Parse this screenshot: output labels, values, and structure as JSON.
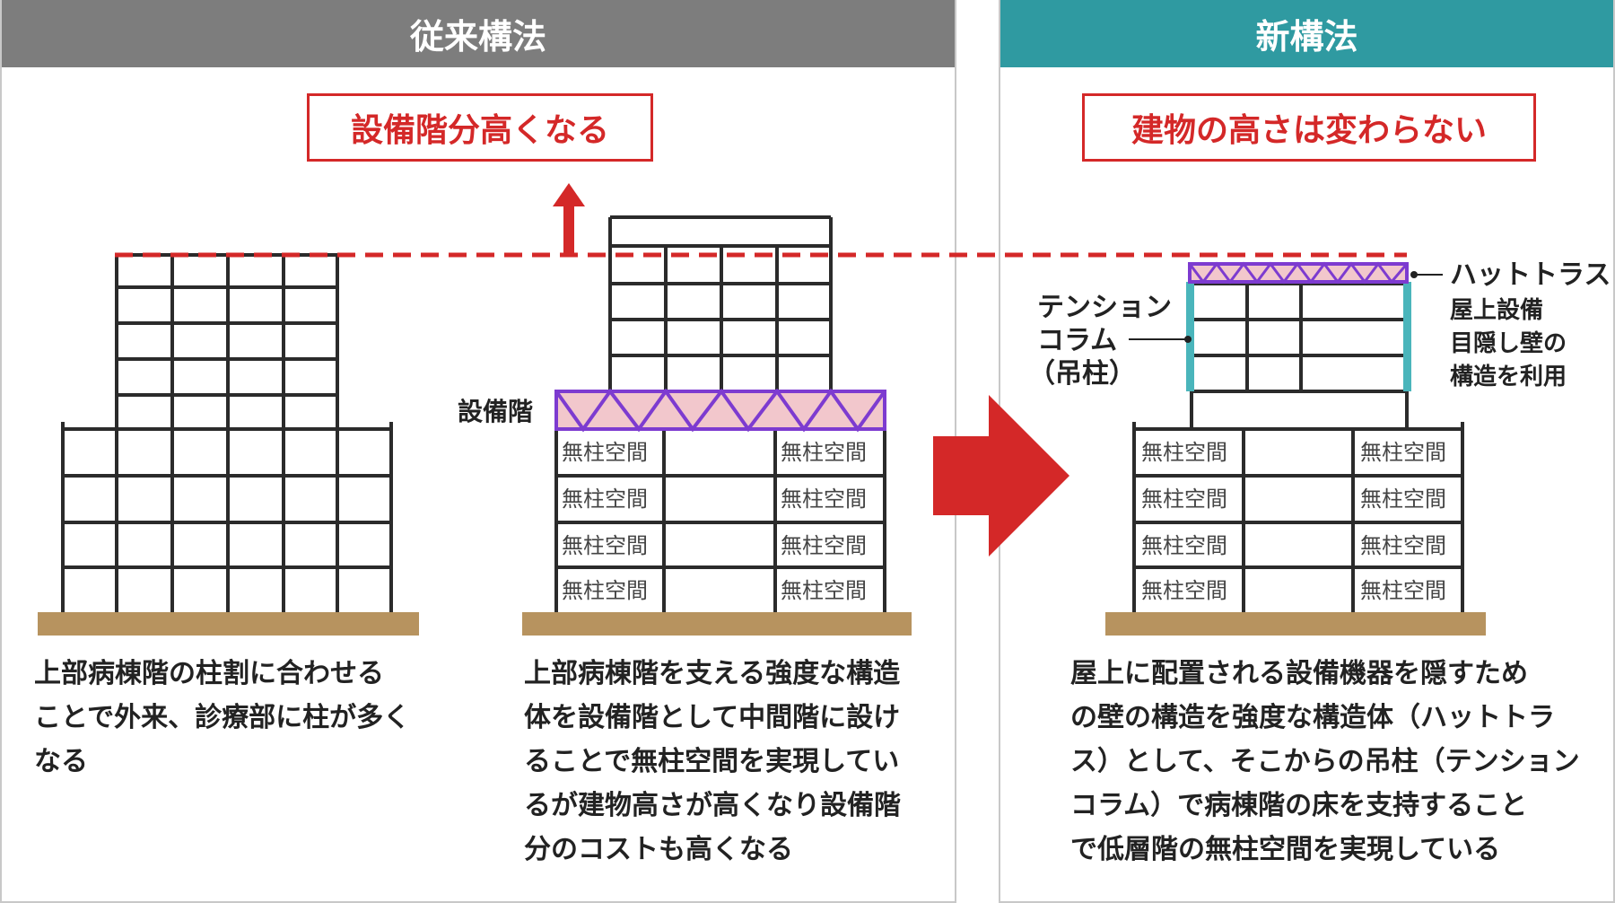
{
  "left_panel": {
    "header": "従来構法",
    "callout": "設備階分高くなる",
    "floor_label": "設備階",
    "space_label": "無柱空間",
    "desc_a": [
      "上部病棟階の柱割に合わせる",
      "ことで外来、診療部に柱が多く",
      "なる"
    ],
    "desc_b": [
      "上部病棟階を支える強度な構造",
      "体を設備階として中間階に設け",
      "ることで無柱空間を実現してい",
      "るが建物高さが高くなり設備階",
      "分のコストも高くなる"
    ]
  },
  "right_panel": {
    "header": "新構法",
    "callout": "建物の高さは変わらない",
    "space_label": "無柱空間",
    "tension_label": [
      "テンション",
      "コラム",
      "（吊柱）"
    ],
    "hat_label": [
      "ハットトラス",
      "屋上設備",
      "目隠し壁の",
      "構造を利用"
    ],
    "desc": [
      "屋上に配置される設備機器を隠すため",
      "の壁の構造を強度な構造体（ハットトラ",
      "ス）として、そこからの吊柱（テンション",
      "コラム）で病棟階の床を支持すること",
      "で低層階の無柱空間を実現している"
    ]
  },
  "colors": {
    "header_left": "#7d7d7d",
    "header_right": "#2f9aa1",
    "accent_red": "#d42828",
    "truss_purple": "#7d3bd0",
    "truss_fill": "#f2c7cc",
    "column_teal": "#4ab5bb",
    "ground": "#b7935f",
    "structure": "#2b2b2b"
  }
}
